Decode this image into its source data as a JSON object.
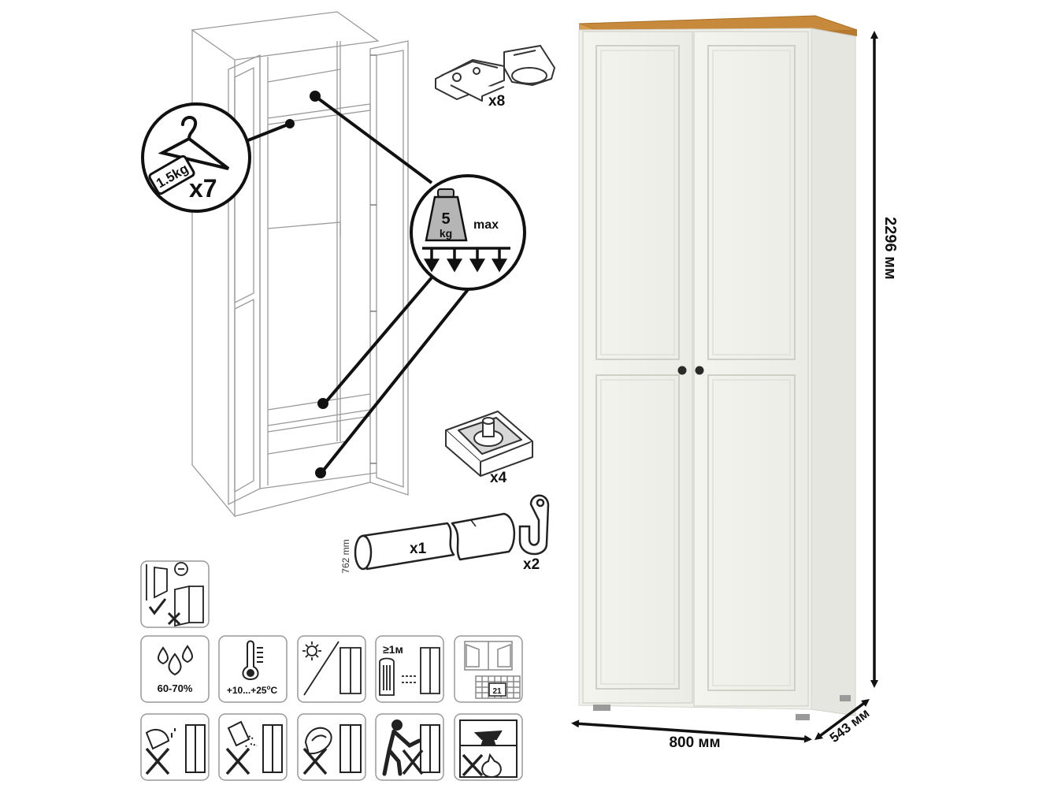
{
  "dimensions": {
    "height": "2296 мм",
    "width": "800 мм",
    "depth": "543 мм"
  },
  "parts": {
    "hinge_qty": "x8",
    "foot_qty": "x4",
    "rod_qty": "x1",
    "rod_length": "762 mm",
    "bracket_qty": "x2"
  },
  "loads": {
    "hanger_weight": "1.5kg",
    "hanger_qty": "x7",
    "shelf_weight_value": "5",
    "shelf_weight_unit": "kg",
    "shelf_weight_suffix": "max"
  },
  "care": {
    "humidity": "60-70%",
    "temp_prefix": "+10...+25",
    "temp_super": "o",
    "temp_unit": "C",
    "distance": "≥1м",
    "calendar_day": "21"
  },
  "colors": {
    "body": "#f1f1ec",
    "top": "#c78a3c",
    "line": "#1a1a1a",
    "frame_line": "#9a9a9a"
  }
}
